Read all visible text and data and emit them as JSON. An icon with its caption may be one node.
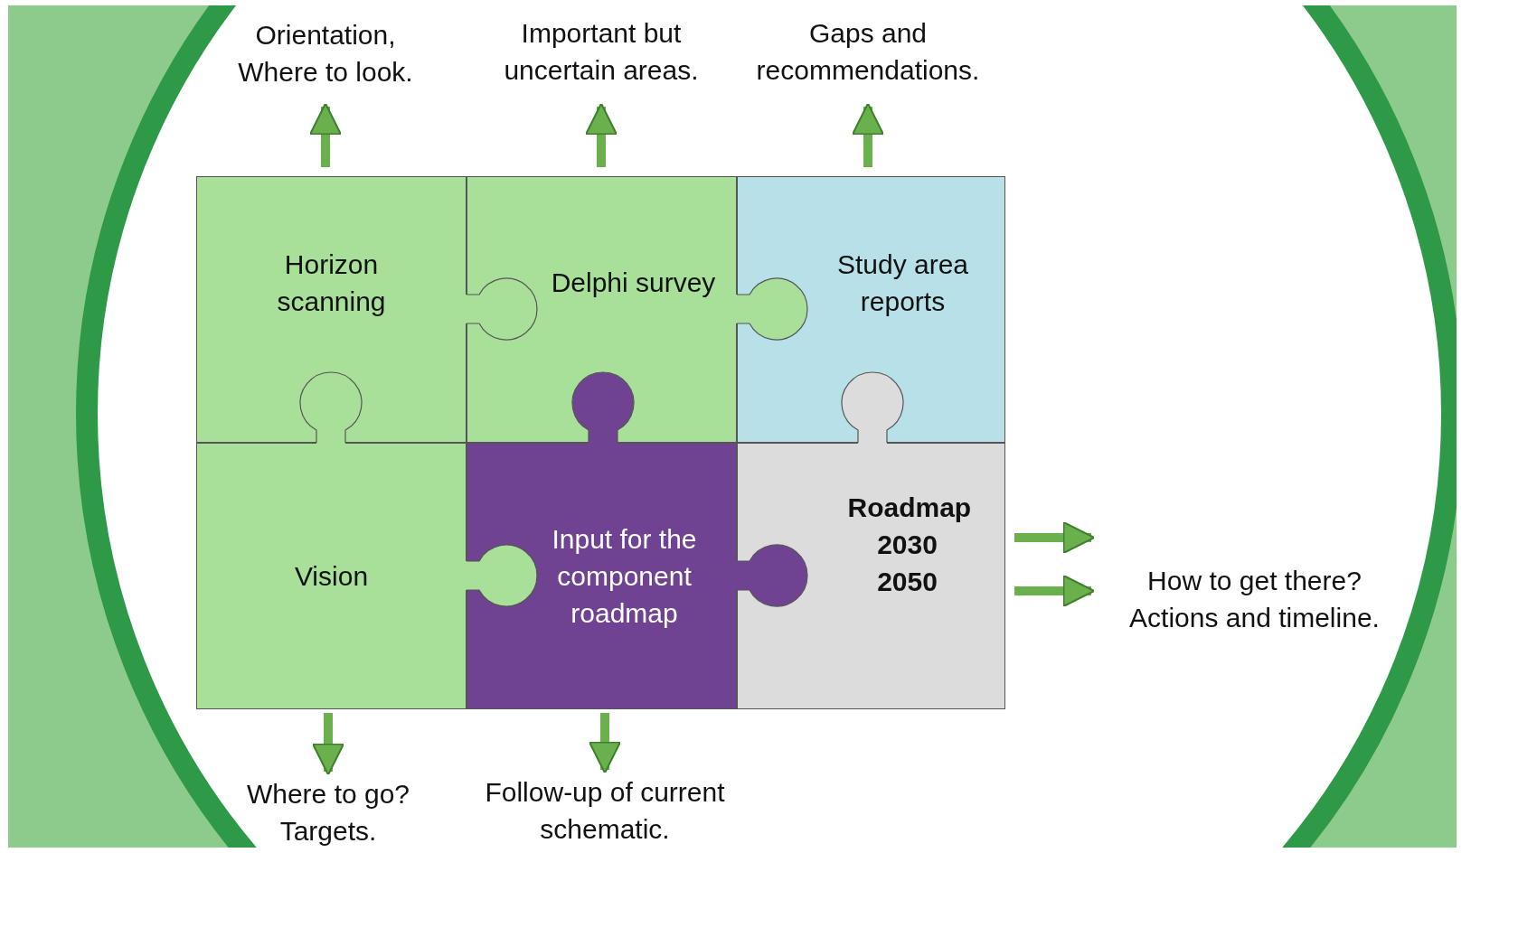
{
  "diagram": {
    "nodes": [
      {
        "text": [
          "Horizon scanning"
        ]
      },
      {
        "text": [
          "Delphi survey"
        ]
      },
      {
        "text": [
          "Study area reports"
        ]
      },
      {
        "text": [
          "Vision"
        ]
      },
      {
        "text": [
          "Input for the component roadmap"
        ]
      },
      {
        "text": [
          "Roadmap 2030 2050"
        ]
      },
      {
        "text": [
          "Orientation, Where to look."
        ]
      },
      {
        "text": [
          "Important but uncertain areas."
        ]
      },
      {
        "text": [
          "Gaps and recommendations."
        ]
      },
      {
        "text": [
          "Where to go? Targets."
        ]
      },
      {
        "text": [
          "Follow-up of current schematic."
        ]
      },
      {
        "text": [
          "How to get there? Actions and timeline."
        ]
      }
    ],
    "edges": [
      {
        "from": 0,
        "to": 6,
        "arrow": "to"
      },
      {
        "from": 1,
        "to": 7,
        "arrow": "to"
      },
      {
        "from": 2,
        "to": 8,
        "arrow": "to"
      },
      {
        "from": 3,
        "to": 9,
        "arrow": "to"
      },
      {
        "from": 4,
        "to": 10,
        "arrow": "to"
      },
      {
        "from": 5,
        "to": 11,
        "arrow": "to"
      },
      {
        "from": 5,
        "to": 11,
        "arrow": "to"
      }
    ]
  }
}
